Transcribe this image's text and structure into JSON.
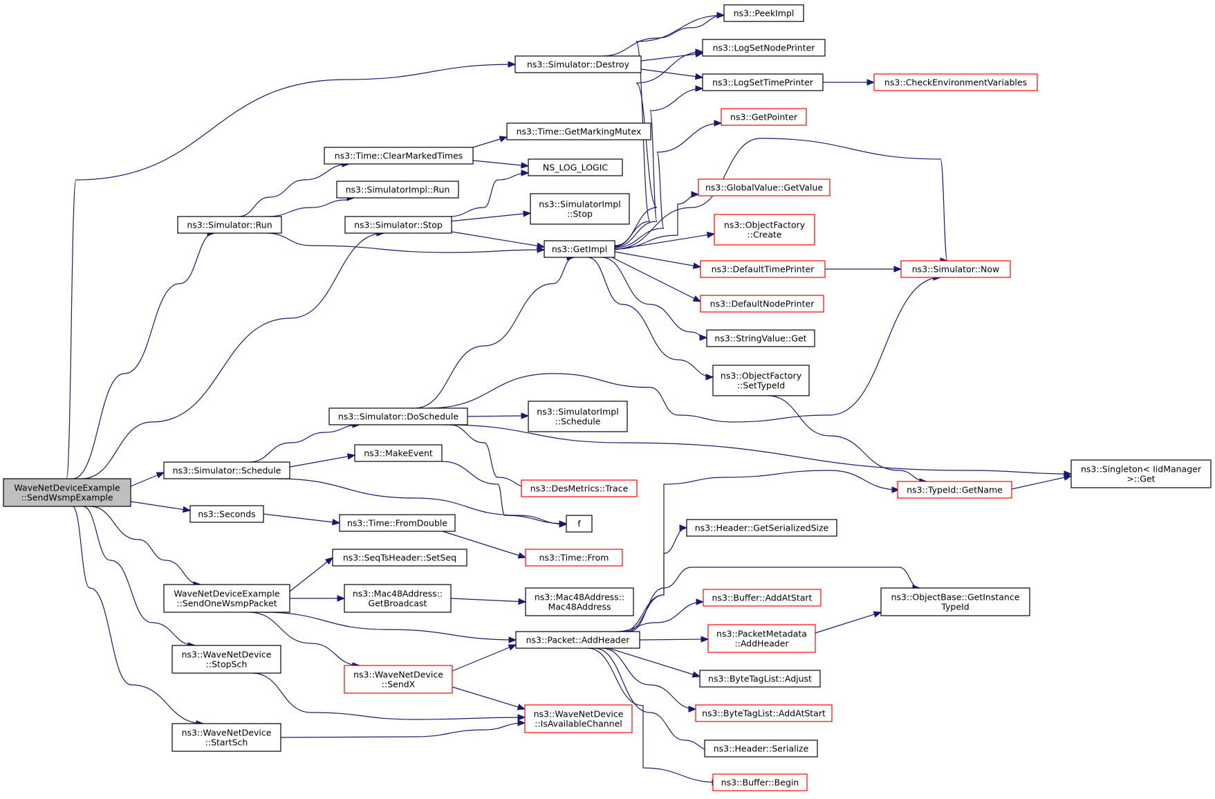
{
  "colors": {
    "edge": "#191970",
    "node_border": "#000000",
    "node_border_red": "#ff0000",
    "node_fill": "#ffffff",
    "root_fill": "#bfbfbf"
  },
  "nodes": [
    {
      "id": "root",
      "lines": [
        "WaveNetDeviceExample",
        "::SendWsmpExample"
      ],
      "style": "root"
    },
    {
      "id": "destroy",
      "lines": [
        "ns3::Simulator::Destroy"
      ],
      "style": "black"
    },
    {
      "id": "peekimpl",
      "lines": [
        "ns3::PeekImpl"
      ],
      "style": "black"
    },
    {
      "id": "lognode",
      "lines": [
        "ns3::LogSetNodePrinter"
      ],
      "style": "black"
    },
    {
      "id": "logtime",
      "lines": [
        "ns3::LogSetTimePrinter"
      ],
      "style": "black"
    },
    {
      "id": "checkenv",
      "lines": [
        "ns3::CheckEnvironmentVariables"
      ],
      "style": "red"
    },
    {
      "id": "getpointer",
      "lines": [
        "ns3::GetPointer"
      ],
      "style": "red"
    },
    {
      "id": "getmarking",
      "lines": [
        "ns3::Time::GetMarkingMutex"
      ],
      "style": "black"
    },
    {
      "id": "clearmarked",
      "lines": [
        "ns3::Time::ClearMarkedTimes"
      ],
      "style": "black"
    },
    {
      "id": "nslog",
      "lines": [
        "NS_LOG_LOGIC"
      ],
      "style": "black"
    },
    {
      "id": "implrun",
      "lines": [
        "ns3::SimulatorImpl::Run"
      ],
      "style": "black"
    },
    {
      "id": "globalvalue",
      "lines": [
        "ns3::GlobalValue::GetValue"
      ],
      "style": "red"
    },
    {
      "id": "simrun",
      "lines": [
        "ns3::Simulator::Run"
      ],
      "style": "black"
    },
    {
      "id": "simstop",
      "lines": [
        "ns3::Simulator::Stop"
      ],
      "style": "black"
    },
    {
      "id": "implstop",
      "lines": [
        "ns3::SimulatorImpl",
        "::Stop"
      ],
      "style": "black"
    },
    {
      "id": "ofcreate",
      "lines": [
        "ns3::ObjectFactory",
        "::Create"
      ],
      "style": "red"
    },
    {
      "id": "getimpl",
      "lines": [
        "ns3::GetImpl"
      ],
      "style": "black"
    },
    {
      "id": "deftime",
      "lines": [
        "ns3::DefaultTimePrinter"
      ],
      "style": "red"
    },
    {
      "id": "simnow",
      "lines": [
        "ns3::Simulator::Now"
      ],
      "style": "red"
    },
    {
      "id": "defnode",
      "lines": [
        "ns3::DefaultNodePrinter"
      ],
      "style": "red"
    },
    {
      "id": "stringget",
      "lines": [
        "ns3::StringValue::Get"
      ],
      "style": "black"
    },
    {
      "id": "settypeid",
      "lines": [
        "ns3::ObjectFactory",
        "::SetTypeId"
      ],
      "style": "black"
    },
    {
      "id": "doschedule",
      "lines": [
        "ns3::Simulator::DoSchedule"
      ],
      "style": "black"
    },
    {
      "id": "implschedule",
      "lines": [
        "ns3::SimulatorImpl",
        "::Schedule"
      ],
      "style": "black"
    },
    {
      "id": "singleton",
      "lines": [
        "ns3::Singleton< IidManager",
        " >::Get"
      ],
      "style": "black"
    },
    {
      "id": "schedule",
      "lines": [
        "ns3::Simulator::Schedule"
      ],
      "style": "black"
    },
    {
      "id": "makeevent",
      "lines": [
        "ns3::MakeEvent"
      ],
      "style": "black"
    },
    {
      "id": "desmetrics",
      "lines": [
        "ns3::DesMetrics::Trace"
      ],
      "style": "red"
    },
    {
      "id": "typeidname",
      "lines": [
        "ns3::TypeId::GetName"
      ],
      "style": "red"
    },
    {
      "id": "f",
      "lines": [
        "f"
      ],
      "style": "black"
    },
    {
      "id": "seconds",
      "lines": [
        "ns3::Seconds"
      ],
      "style": "black"
    },
    {
      "id": "fromdouble",
      "lines": [
        "ns3::Time::FromDouble"
      ],
      "style": "black"
    },
    {
      "id": "hdrsize",
      "lines": [
        "ns3::Header::GetSerializedSize"
      ],
      "style": "black"
    },
    {
      "id": "timefrom",
      "lines": [
        "ns3::Time::From"
      ],
      "style": "red"
    },
    {
      "id": "setseq",
      "lines": [
        "ns3::SeqTsHeader::SetSeq"
      ],
      "style": "black"
    },
    {
      "id": "sendone",
      "lines": [
        "WaveNetDeviceExample",
        "::SendOneWsmpPacket"
      ],
      "style": "black"
    },
    {
      "id": "getbroadcast",
      "lines": [
        "ns3::Mac48Address::",
        "GetBroadcast"
      ],
      "style": "black"
    },
    {
      "id": "mac48",
      "lines": [
        "ns3::Mac48Address::",
        "Mac48Address"
      ],
      "style": "black"
    },
    {
      "id": "addatstart",
      "lines": [
        "ns3::Buffer::AddAtStart"
      ],
      "style": "red"
    },
    {
      "id": "getinstance",
      "lines": [
        "ns3::ObjectBase::GetInstance",
        "TypeId"
      ],
      "style": "black"
    },
    {
      "id": "addheader",
      "lines": [
        "ns3::Packet::AddHeader"
      ],
      "style": "black"
    },
    {
      "id": "pmaddheader",
      "lines": [
        "ns3::PacketMetadata",
        "::AddHeader"
      ],
      "style": "red"
    },
    {
      "id": "stopsch",
      "lines": [
        "ns3::WaveNetDevice",
        "::StopSch"
      ],
      "style": "black"
    },
    {
      "id": "sendx",
      "lines": [
        "ns3::WaveNetDevice",
        "::SendX"
      ],
      "style": "red"
    },
    {
      "id": "adjust",
      "lines": [
        "ns3::ByteTagList::Adjust"
      ],
      "style": "black"
    },
    {
      "id": "btladdatstart",
      "lines": [
        "ns3::ByteTagList::AddAtStart"
      ],
      "style": "red"
    },
    {
      "id": "isavail",
      "lines": [
        "ns3::WaveNetDevice",
        "::IsAvailableChannel"
      ],
      "style": "red"
    },
    {
      "id": "startsch",
      "lines": [
        "ns3::WaveNetDevice",
        "::StartSch"
      ],
      "style": "black"
    },
    {
      "id": "hdrserialize",
      "lines": [
        "ns3::Header::Serialize"
      ],
      "style": "black"
    },
    {
      "id": "bufbegin",
      "lines": [
        "ns3::Buffer::Begin"
      ],
      "style": "red"
    }
  ]
}
